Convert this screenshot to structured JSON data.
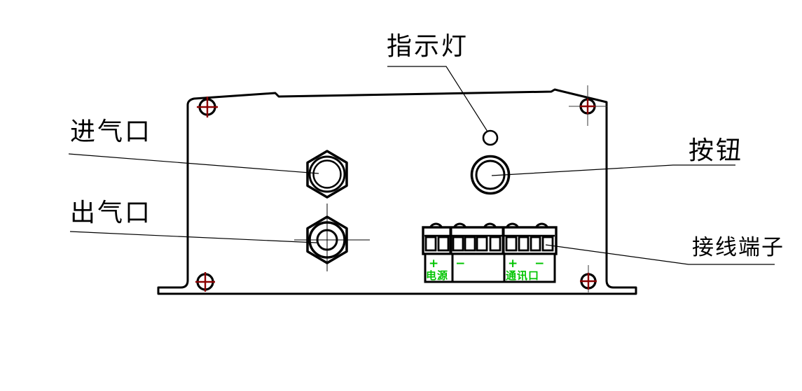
{
  "drawing": {
    "title_hint": "device front panel engineering drawing",
    "labels": {
      "indicator": "指示灯",
      "inlet": "进气口",
      "outlet": "出气口",
      "button": "按钮",
      "terminal": "接线端子"
    },
    "terminal_block": {
      "power_polarity": "+ −",
      "power_name": "电源",
      "comm_polarity": "+ −",
      "comm_name": "通讯口"
    },
    "colors": {
      "line": "#000000",
      "center_mark": "#8b0000",
      "terminal_text": "#00c400",
      "background": "#ffffff"
    }
  }
}
